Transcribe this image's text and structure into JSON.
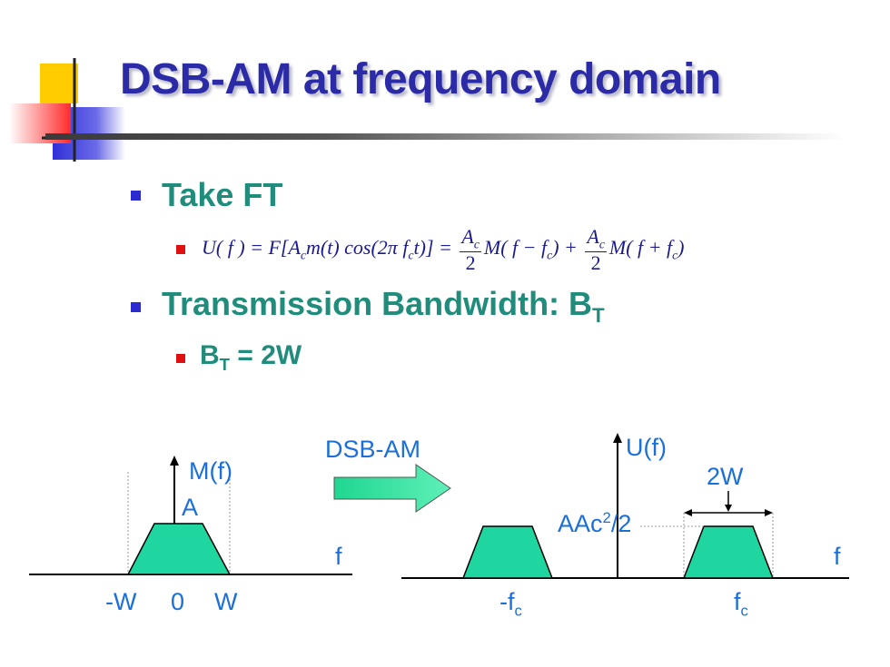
{
  "title": "DSB-AM at frequency domain",
  "bullets": {
    "take_ft": "Take FT",
    "bandwidth_text": "Transmission Bandwidth: B",
    "bandwidth_sub": "T",
    "bt_prefix": "B",
    "bt_sub": "T",
    "bt_suffix": " = 2W"
  },
  "equation": {
    "lhs": "U( f ) = F[A",
    "lhs_sub": "c",
    "mid": "m(t) cos(2π f",
    "mid_sub": "c",
    "mid_end": "t)] =",
    "frac_num": "A",
    "frac_num_sub": "c",
    "frac_den": "2",
    "term1": "M( f − f",
    "term1_sub": "c",
    "term1_end": ") +",
    "term2": "M( f + f",
    "term2_sub": "c",
    "term2_end": ")"
  },
  "diagram": {
    "arrow_label": "DSB-AM",
    "left": {
      "ylabel": "M(f)",
      "amp": "A",
      "f": "f",
      "neg_w": "-W",
      "zero": "0",
      "w": "W"
    },
    "right": {
      "ylabel": "U(f)",
      "bw": "2W",
      "amp_prefix": "AAc",
      "amp_sup": "2",
      "amp_suffix": "/2",
      "f": "f",
      "neg_fc": "-f",
      "neg_fc_sub": "c",
      "fc": "f",
      "fc_sub": "c"
    }
  },
  "colors": {
    "title": "#2b2ba8",
    "bullet_text": "#1f8c7c",
    "label": "#1a6fd8",
    "trapezoid": "#1fd6a0",
    "arrow": "#2ee8a6"
  }
}
